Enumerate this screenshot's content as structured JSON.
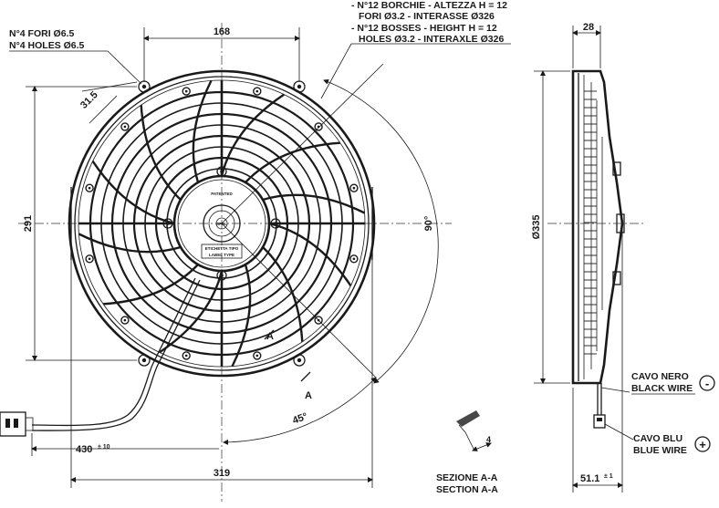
{
  "notes": {
    "holes_it": "N°4 FORI Ø6.5",
    "holes_en": "N°4 HOLES Ø6.5",
    "bosses_it_1": "- N°12 BORCHIE - ALTEZZA H = 12",
    "bosses_it_2": "FORI Ø3.2 - INTERASSE Ø326",
    "bosses_en_1": "- N°12 BOSSES - HEIGHT H = 12",
    "bosses_en_2": "HOLES Ø3.2 - INTERAXLE Ø326",
    "black_wire_it": "CAVO NERO",
    "black_wire_en": "BLACK WIRE",
    "black_wire_sign": "-",
    "blue_wire_it": "CAVO BLU",
    "blue_wire_en": "BLUE WIRE",
    "blue_wire_sign": "+",
    "section_it": "SEZIONE A-A",
    "section_en": "SECTION A-A"
  },
  "dimensions": {
    "top_width": "168",
    "hole_offset": "31.5",
    "height": "291",
    "angle_90": "90°",
    "angle_45": "45°",
    "cable_length": "430",
    "cable_tol": "± 10",
    "bottom_width": "319",
    "depth": "28",
    "diameter": "Ø335",
    "overall_depth": "51.1",
    "overall_tol": "± 1",
    "section_thickness": "4",
    "section_mark": "A"
  },
  "hub": {
    "patented": "PATENTED",
    "label_it": "ETICHETTA TIPO",
    "label_en": "LABEL TYPE",
    "center_text": "SPAL"
  }
}
